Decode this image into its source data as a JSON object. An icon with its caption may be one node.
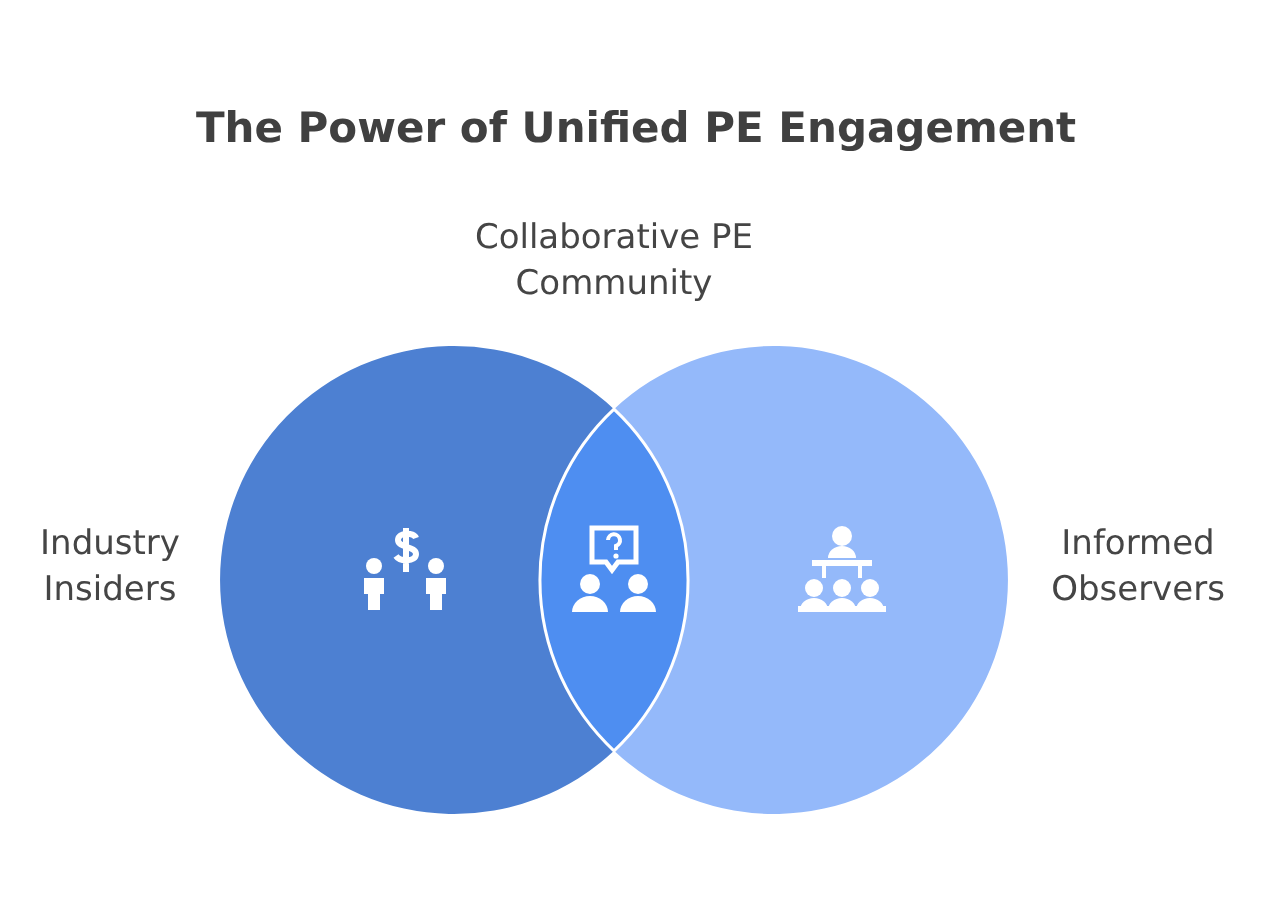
{
  "diagram": {
    "title": "The Power of Unified PE Engagement",
    "nodes": [
      {
        "text": [
          "Industry Insiders"
        ]
      },
      {
        "text": [
          "Informed Observers"
        ]
      }
    ],
    "labels": [
      "Collaborative PE Community"
    ]
  }
}
